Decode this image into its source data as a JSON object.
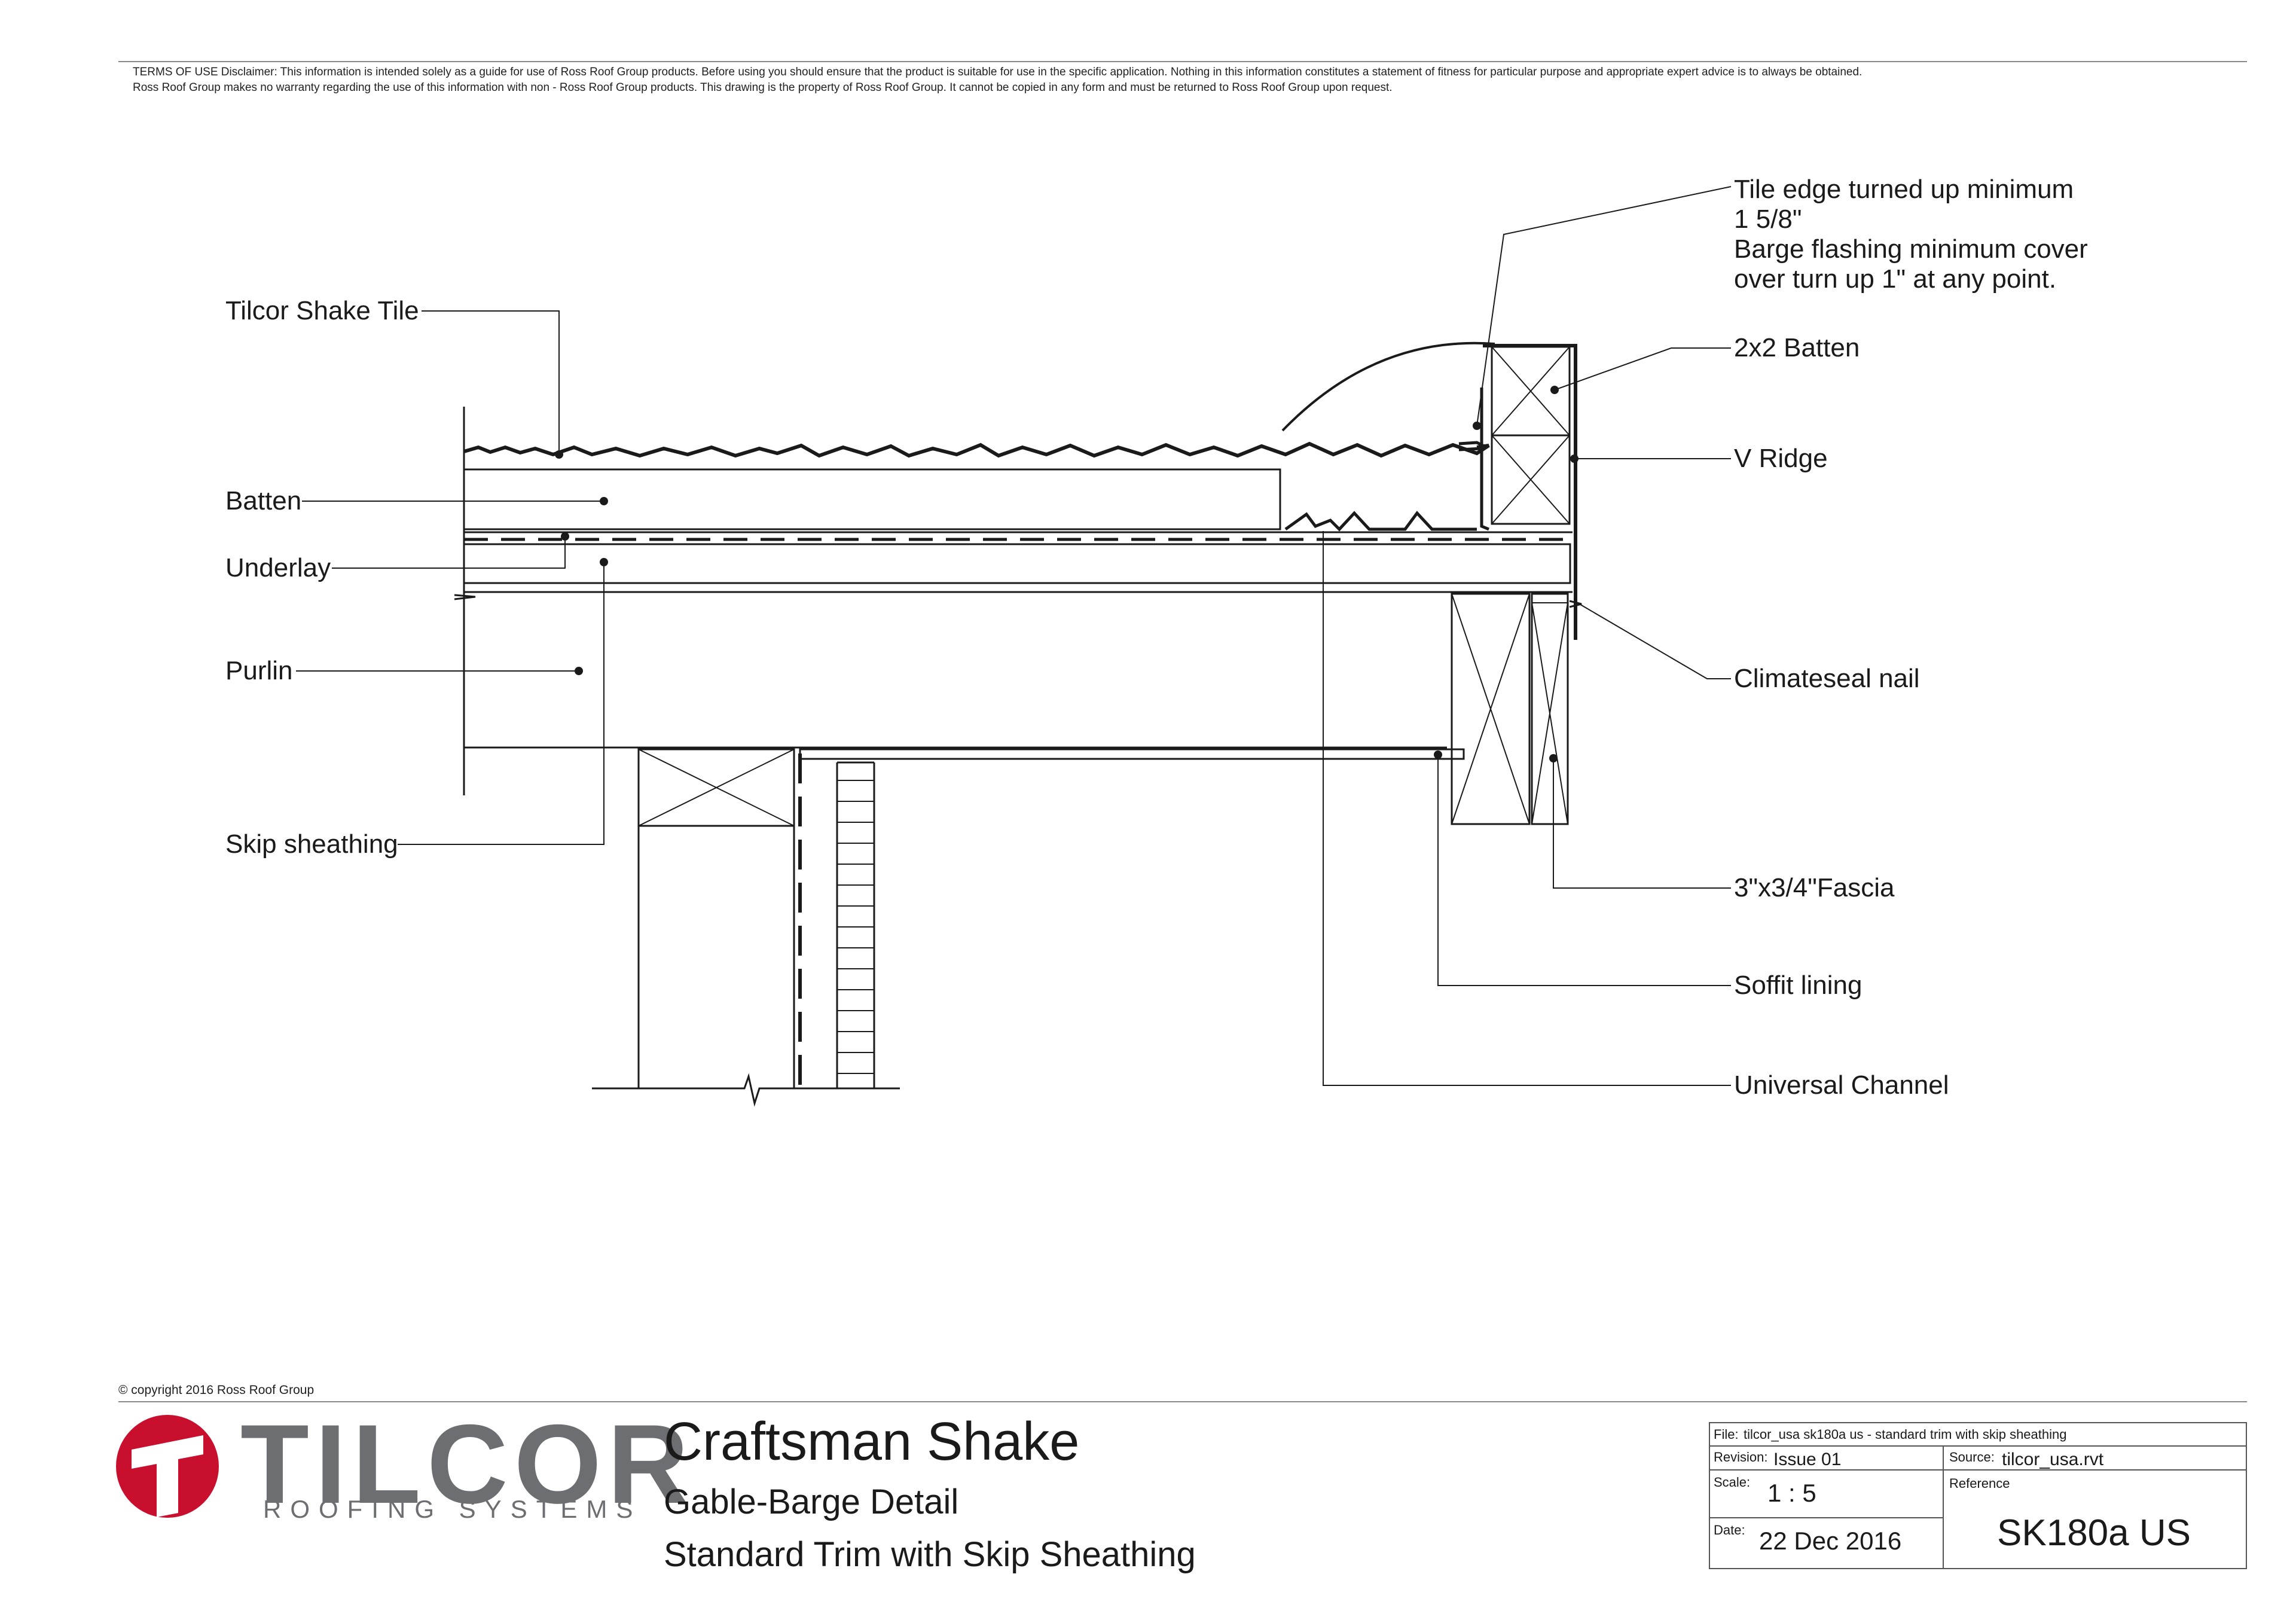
{
  "header": {
    "terms_line1": "TERMS OF USE Disclaimer: This information is intended solely as a guide for use of Ross Roof Group products. Before using you should ensure that the product is suitable for use in the specific application. Nothing in this information constitutes a statement of fitness for particular purpose and appropriate expert advice is to always be obtained.",
    "terms_line2": "Ross Roof Group makes no warranty regarding the use of this information with non - Ross Roof Group products. This drawing is the property of Ross Roof Group. It cannot be copied in any form and must be returned to Ross Roof Group upon request."
  },
  "labels_left": {
    "tilcor_shake_tile": "Tilcor Shake Tile",
    "batten": "Batten",
    "underlay": "Underlay",
    "purlin": "Purlin",
    "skip_sheathing": "Skip sheathing"
  },
  "labels_right": {
    "tile_edge_1": "Tile edge turned up minimum",
    "tile_edge_2": "1 5/8\"",
    "tile_edge_3": "Barge flashing minimum cover",
    "tile_edge_4": "over turn up 1\" at any point.",
    "batten_2x2": "2x2 Batten",
    "v_ridge": "V Ridge",
    "climateseal_nail": "Climateseal nail",
    "fascia": "3\"x3/4\"Fascia",
    "soffit_lining": "Soffit lining",
    "universal_channel": "Universal Channel"
  },
  "footer": {
    "copyright": "© copyright 2016 Ross Roof Group",
    "logo_word": "TILCOR",
    "logo_sub": "ROOFING SYSTEMS",
    "title": "Craftsman Shake",
    "subtitle1": "Gable-Barge Detail",
    "subtitle2": "Standard Trim with Skip Sheathing"
  },
  "title_block": {
    "file_label": "File:",
    "file_value": "tilcor_usa sk180a us - standard trim with skip sheathing",
    "revision_label": "Revision:",
    "revision_value": "Issue 01",
    "source_label": "Source:",
    "source_value": "tilcor_usa.rvt",
    "scale_label": "Scale:",
    "scale_value": "1 : 5",
    "reference_label": "Reference",
    "reference_value": "SK180a US",
    "date_label": "Date:",
    "date_value": "22 Dec 2016"
  },
  "colors": {
    "logo_red": "#c8102e",
    "logo_grey": "#6d6e71",
    "line": "#1a1a1a"
  }
}
